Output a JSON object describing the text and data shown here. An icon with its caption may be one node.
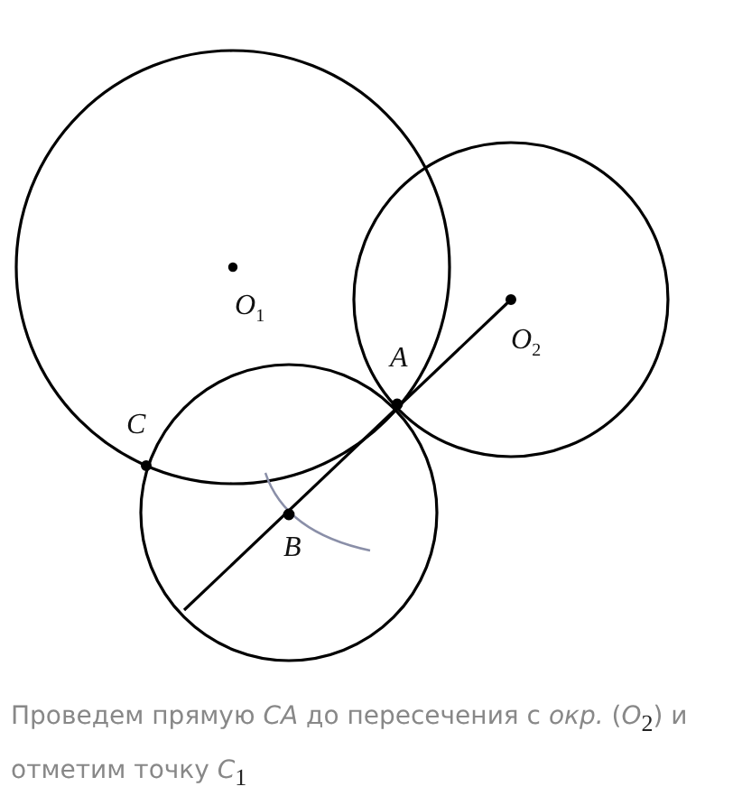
{
  "diagram": {
    "caption": "Проведем прямую *CA* до пересечения с *окр.* (*O*$_{2}$) и отметим точку *C*$_{1}$",
    "labels": [
      "O$_{1}$",
      "O$_{2}$",
      "A",
      "C",
      "B"
    ]
  }
}
